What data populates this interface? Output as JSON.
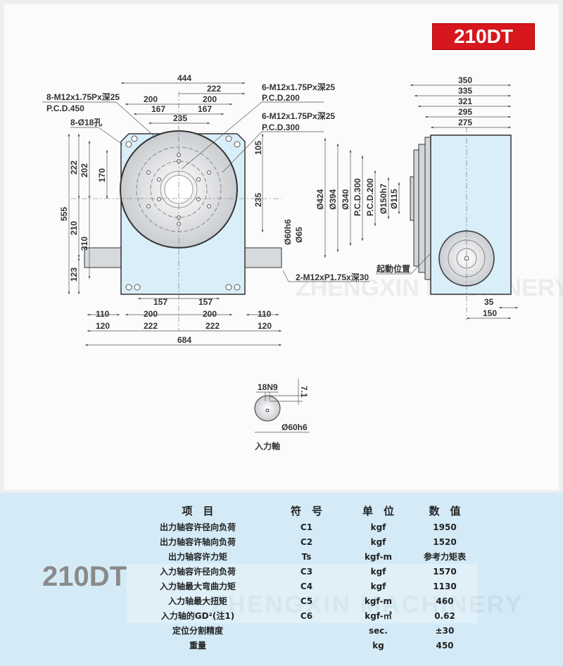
{
  "badge": "210DT",
  "watermark": "ZHENGXIN MACHINERY",
  "front": {
    "top_dims": [
      "444",
      "222",
      "200",
      "200",
      "167",
      "167",
      "235"
    ],
    "callouts": [
      "8-M12x1.75Px深25",
      "P.C.D.450",
      "8-Ø18孔",
      "6-M12x1.75Px深25",
      "P.C.D.200",
      "6-M12x1.75Px深25",
      "P.C.D.300"
    ],
    "left_dims": [
      "555",
      "222",
      "202",
      "170",
      "210",
      "310",
      "123"
    ],
    "right_dims": [
      "105",
      "235",
      "Ø60h6",
      "Ø65"
    ],
    "bottom_dims": [
      "157",
      "157",
      "110",
      "200",
      "200",
      "110",
      "120",
      "222",
      "222",
      "120",
      "684"
    ],
    "shaft_note": "2-M12xP1.75x深30"
  },
  "side": {
    "top_dims": [
      "350",
      "335",
      "321",
      "295",
      "275"
    ],
    "vert_dims": [
      "Ø424",
      "Ø394",
      "Ø340",
      "P.C.D.300",
      "P.C.D.200",
      "Ø150h7",
      "Ø115"
    ],
    "start_label": "起動位置",
    "bottom_dims": [
      "35",
      "150"
    ]
  },
  "shaft": {
    "key": "18N9",
    "depth": "7.1",
    "dia": "Ø60h6",
    "label": "入力軸"
  },
  "spec": {
    "model": "210DT",
    "headers": [
      "项　目",
      "符　号",
      "单　位",
      "数　值"
    ],
    "rows": [
      [
        "出力轴容许径向负荷",
        "C1",
        "kgf",
        "1950"
      ],
      [
        "出力轴容许轴向负荷",
        "C2",
        "kgf",
        "1520"
      ],
      [
        "出力轴容许力矩",
        "Ts",
        "kgf-m",
        "参考力矩表"
      ],
      [
        "入力轴容许径向负荷",
        "C3",
        "kgf",
        "1570"
      ],
      [
        "入力轴最大弯曲力矩",
        "C4",
        "kgf",
        "1130"
      ],
      [
        "入力轴最大扭矩",
        "C5",
        "kgf-m",
        "460"
      ],
      [
        "入力轴的GD²(注1)",
        "C6",
        "kgf-㎡",
        "0.62"
      ],
      [
        "定位分割精度",
        "",
        "sec.",
        "±30"
      ],
      [
        "重量",
        "",
        "kg",
        "450"
      ]
    ]
  }
}
